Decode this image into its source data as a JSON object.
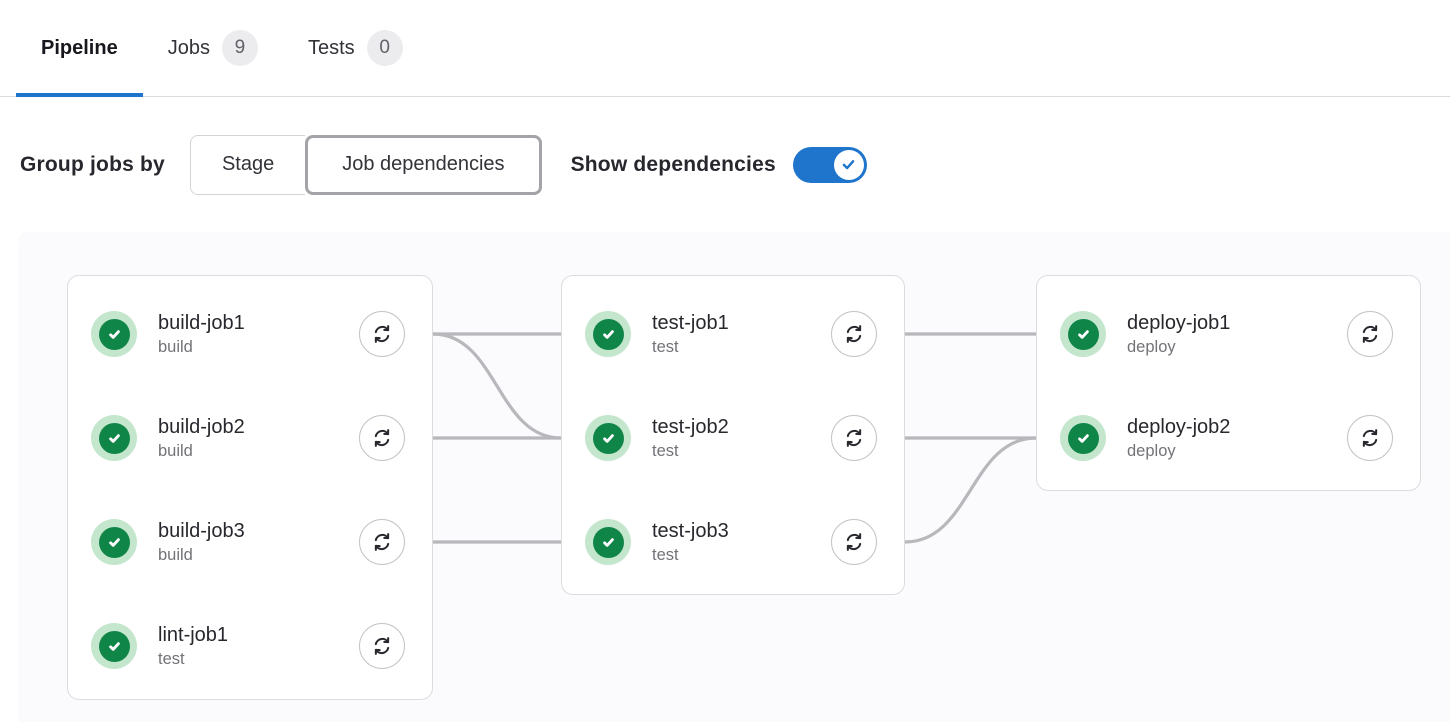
{
  "tabs": [
    {
      "label": "Pipeline",
      "badge": null,
      "active": true
    },
    {
      "label": "Jobs",
      "badge": "9",
      "active": false
    },
    {
      "label": "Tests",
      "badge": "0",
      "active": false
    }
  ],
  "controls": {
    "group_label": "Group jobs by",
    "group_options": [
      {
        "label": "Stage",
        "selected": false
      },
      {
        "label": "Job dependencies",
        "selected": true
      }
    ],
    "show_dependencies_label": "Show dependencies",
    "show_dependencies_on": true
  },
  "pipeline": {
    "groups": [
      {
        "jobs": [
          {
            "name": "build-job1",
            "stage": "build",
            "status": "success"
          },
          {
            "name": "build-job2",
            "stage": "build",
            "status": "success"
          },
          {
            "name": "build-job3",
            "stage": "build",
            "status": "success"
          },
          {
            "name": "lint-job1",
            "stage": "test",
            "status": "success"
          }
        ]
      },
      {
        "jobs": [
          {
            "name": "test-job1",
            "stage": "test",
            "status": "success"
          },
          {
            "name": "test-job2",
            "stage": "test",
            "status": "success"
          },
          {
            "name": "test-job3",
            "stage": "test",
            "status": "success"
          }
        ]
      },
      {
        "jobs": [
          {
            "name": "deploy-job1",
            "stage": "deploy",
            "status": "success"
          },
          {
            "name": "deploy-job2",
            "stage": "deploy",
            "status": "success"
          }
        ]
      }
    ],
    "links": [
      {
        "from": "build-job1",
        "to": "test-job1"
      },
      {
        "from": "build-job1",
        "to": "test-job2"
      },
      {
        "from": "build-job2",
        "to": "test-job2"
      },
      {
        "from": "build-job3",
        "to": "test-job3"
      },
      {
        "from": "test-job1",
        "to": "deploy-job1"
      },
      {
        "from": "test-job2",
        "to": "deploy-job2"
      },
      {
        "from": "test-job3",
        "to": "deploy-job2"
      }
    ]
  },
  "icons": {
    "status_success": "check-circle-icon",
    "retry": "retry-icon",
    "toggle_check": "check-icon"
  },
  "colors": {
    "accent_blue": "#1f75cb",
    "success_green": "#108548",
    "success_green_light": "#c3e6cd",
    "link_gray": "#b7b7bc",
    "panel_bg": "#fbfafd",
    "card_border": "#dcdcde",
    "badge_bg": "#ececef",
    "stage_text": "#737278"
  }
}
